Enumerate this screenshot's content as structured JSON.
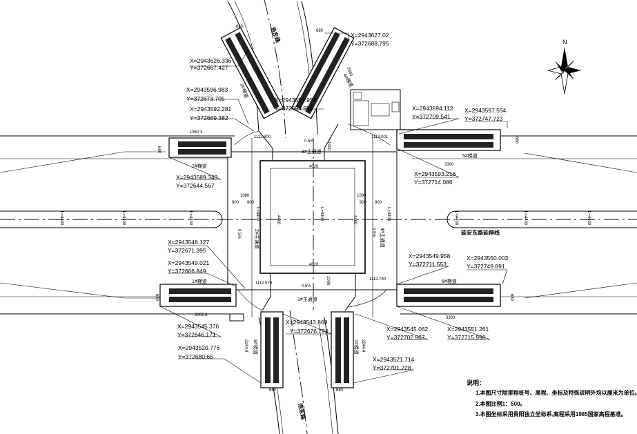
{
  "roads": {
    "north_name": "浩东路",
    "south_name": "浩东路",
    "extension_line": "延安东路延伸线"
  },
  "passages": {
    "north": "3#主通道",
    "south": "1#主通道",
    "west": "2#主通道",
    "east": "4#主通道"
  },
  "entrances": {
    "nw": "3#梯道",
    "ne": "4#梯道",
    "west": "2#梯道",
    "east": "5#梯道",
    "sw": "1#梯道",
    "se": "6#梯道",
    "s1": "8#梯道",
    "s2": "7#梯道"
  },
  "dimensions": {
    "width_680": "680",
    "len_2860": "2860",
    "len_1962": "1962.3",
    "len_2002": "2002.3",
    "len_3300": "3300",
    "len_2244": "2244.4",
    "len_4020": "4020",
    "len_1000": "1000",
    "len_900": "900",
    "len_1080": "1080",
    "len_4400": "4400",
    "elev_1112_800": "1112.800",
    "elev_1113_001": "1113.001",
    "elev_1112_579": "1112.579",
    "elev_1112_780": "1112.780",
    "slope": "0.5%",
    "section_tag": "L=4400"
  },
  "coordinates": [
    {
      "x": "X=2943627.02",
      "y": "Y=372688.795"
    },
    {
      "x": "X=2943626.336",
      "y": "Y=372667.427"
    },
    {
      "x": "X=2943596.983",
      "y": "Y=372673.705"
    },
    {
      "x": "X=2943597.953",
      "y": "Y=372694.983"
    },
    {
      "x": "X=2943592.281",
      "y": "Y=372669.382"
    },
    {
      "x": "X=2943594.112",
      "y": "Y=372709.541"
    },
    {
      "x": "X=2943597.554",
      "y": "Y=372747.723"
    },
    {
      "x": "X=2943589.348",
      "y": "Y=372644.567"
    },
    {
      "x": "X=2943593.218",
      "y": "Y=372714.086"
    },
    {
      "x": "X=2943548.127",
      "y": "Y=372671.395"
    },
    {
      "x": "X=2943549.021",
      "y": "Y=372666.849"
    },
    {
      "x": "X=2943549.958",
      "y": "Y=372711.553"
    },
    {
      "x": "X=2943550.003",
      "y": "Y=372749.891"
    },
    {
      "x": "X=2943545.376",
      "y": "Y=372646.171"
    },
    {
      "x": "X=2943543.869",
      "y": "Y=372676.794"
    },
    {
      "x": "X=2943545.062",
      "y": "Y=372702.967"
    },
    {
      "x": "X=2943551.261",
      "y": "Y=372715.998"
    },
    {
      "x": "X=2943520.776",
      "y": "Y=372680.65"
    },
    {
      "x": "X=2943521.714",
      "y": "Y=372701.228"
    }
  ],
  "notes": {
    "title": "说明：",
    "items": [
      "1.本图尺寸除里程桩号、高程、坐标及特殊说明外均以厘米为单位。",
      "2.本图比例1：500。",
      "3.本图坐标采用贵阳独立坐标系,高程采用1985国家高程基准。"
    ]
  },
  "north_arrow": {
    "label": "N",
    "icon": "north-arrow-icon"
  }
}
